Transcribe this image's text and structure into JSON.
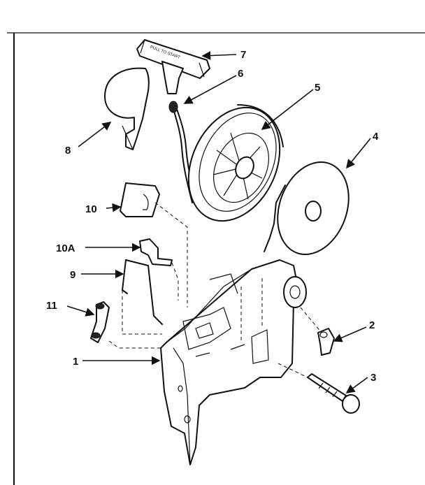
{
  "callouts": [
    {
      "id": "1",
      "label": "1"
    },
    {
      "id": "2",
      "label": "2"
    },
    {
      "id": "3",
      "label": "3"
    },
    {
      "id": "4",
      "label": "4"
    },
    {
      "id": "5",
      "label": "5"
    },
    {
      "id": "6",
      "label": "6"
    },
    {
      "id": "7",
      "label": "7"
    },
    {
      "id": "8",
      "label": "8"
    },
    {
      "id": "9",
      "label": "9"
    },
    {
      "id": "10",
      "label": "10"
    },
    {
      "id": "10A",
      "label": "10A"
    },
    {
      "id": "11",
      "label": "11"
    }
  ],
  "handle_text": "PULL TO START"
}
